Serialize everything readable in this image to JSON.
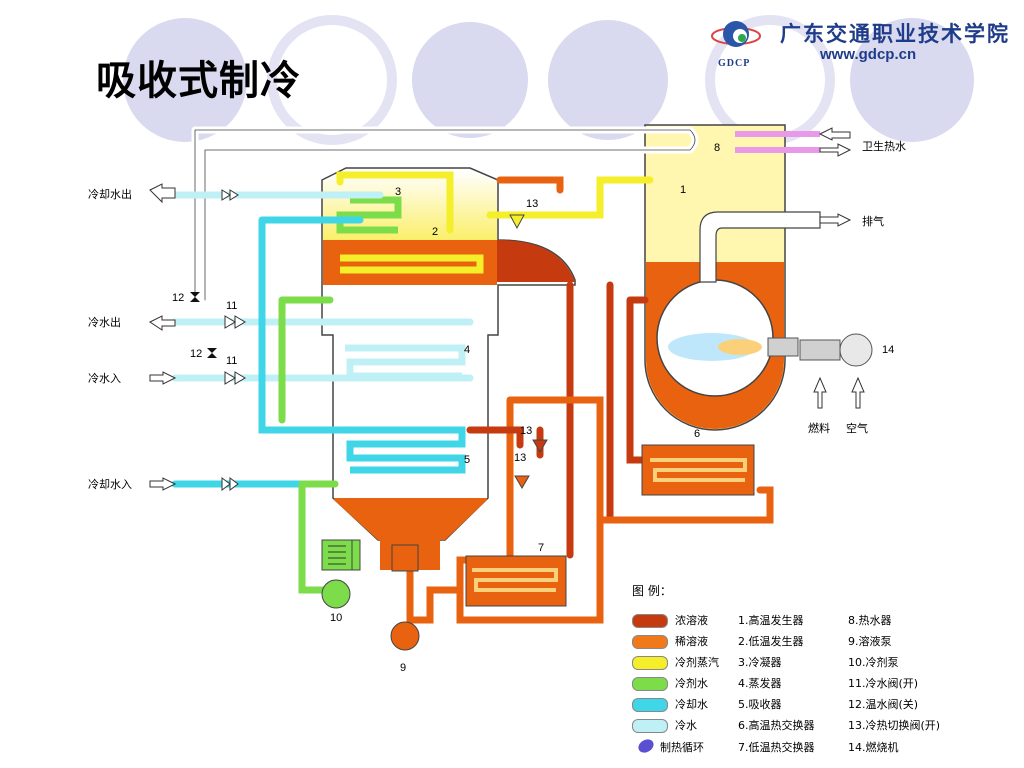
{
  "slide": {
    "title": "吸收式制冷",
    "school_name": "广东交通职业技术学院",
    "school_url": "www.gdcp.cn",
    "logo_text": "GDCP"
  },
  "diagram": {
    "left_labels": {
      "cooling_out": "冷却水出",
      "chilled_out": "冷水出",
      "chilled_in": "冷水入",
      "cooling_in": "冷却水入"
    },
    "right_labels": {
      "hot_water": "卫生热水",
      "exhaust": "排气",
      "fuel": "燃料",
      "air": "空气"
    },
    "numbers": {
      "n1": "1",
      "n2": "2",
      "n3": "3",
      "n4": "4",
      "n5": "5",
      "n6": "6",
      "n7": "7",
      "n8": "8",
      "n9": "9",
      "n10": "10",
      "n11a": "11",
      "n11b": "11",
      "n12a": "12",
      "n12b": "12",
      "n13a": "13",
      "n13b": "13",
      "n13c": "13",
      "n14": "14"
    }
  },
  "legend": {
    "title": "图 例：",
    "fluids": [
      {
        "label": "浓溶液",
        "color": "#c63a10"
      },
      {
        "label": "稀溶液",
        "color": "#f07a1a"
      },
      {
        "label": "冷剂蒸汽",
        "color": "#f5ee2a"
      },
      {
        "label": "冷剂水",
        "color": "#7ddc4a"
      },
      {
        "label": "冷却水",
        "color": "#3fd6e8"
      },
      {
        "label": "冷水",
        "color": "#bff0f6"
      },
      {
        "label": "制热循环",
        "color": "#5a4fd0"
      }
    ],
    "components_a": [
      "1.高温发生器",
      "2.低温发生器",
      "3.冷凝器",
      "4.蒸发器",
      "5.吸收器",
      "6.高温热交换器",
      "7.低温热交换器"
    ],
    "components_b": [
      "8.热水器",
      "9.溶液泵",
      "10.冷剂泵",
      "11.冷水阀(开)",
      "12.温水阀(关)",
      "13.冷热切换阀(开)",
      "14.燃烧机"
    ]
  }
}
